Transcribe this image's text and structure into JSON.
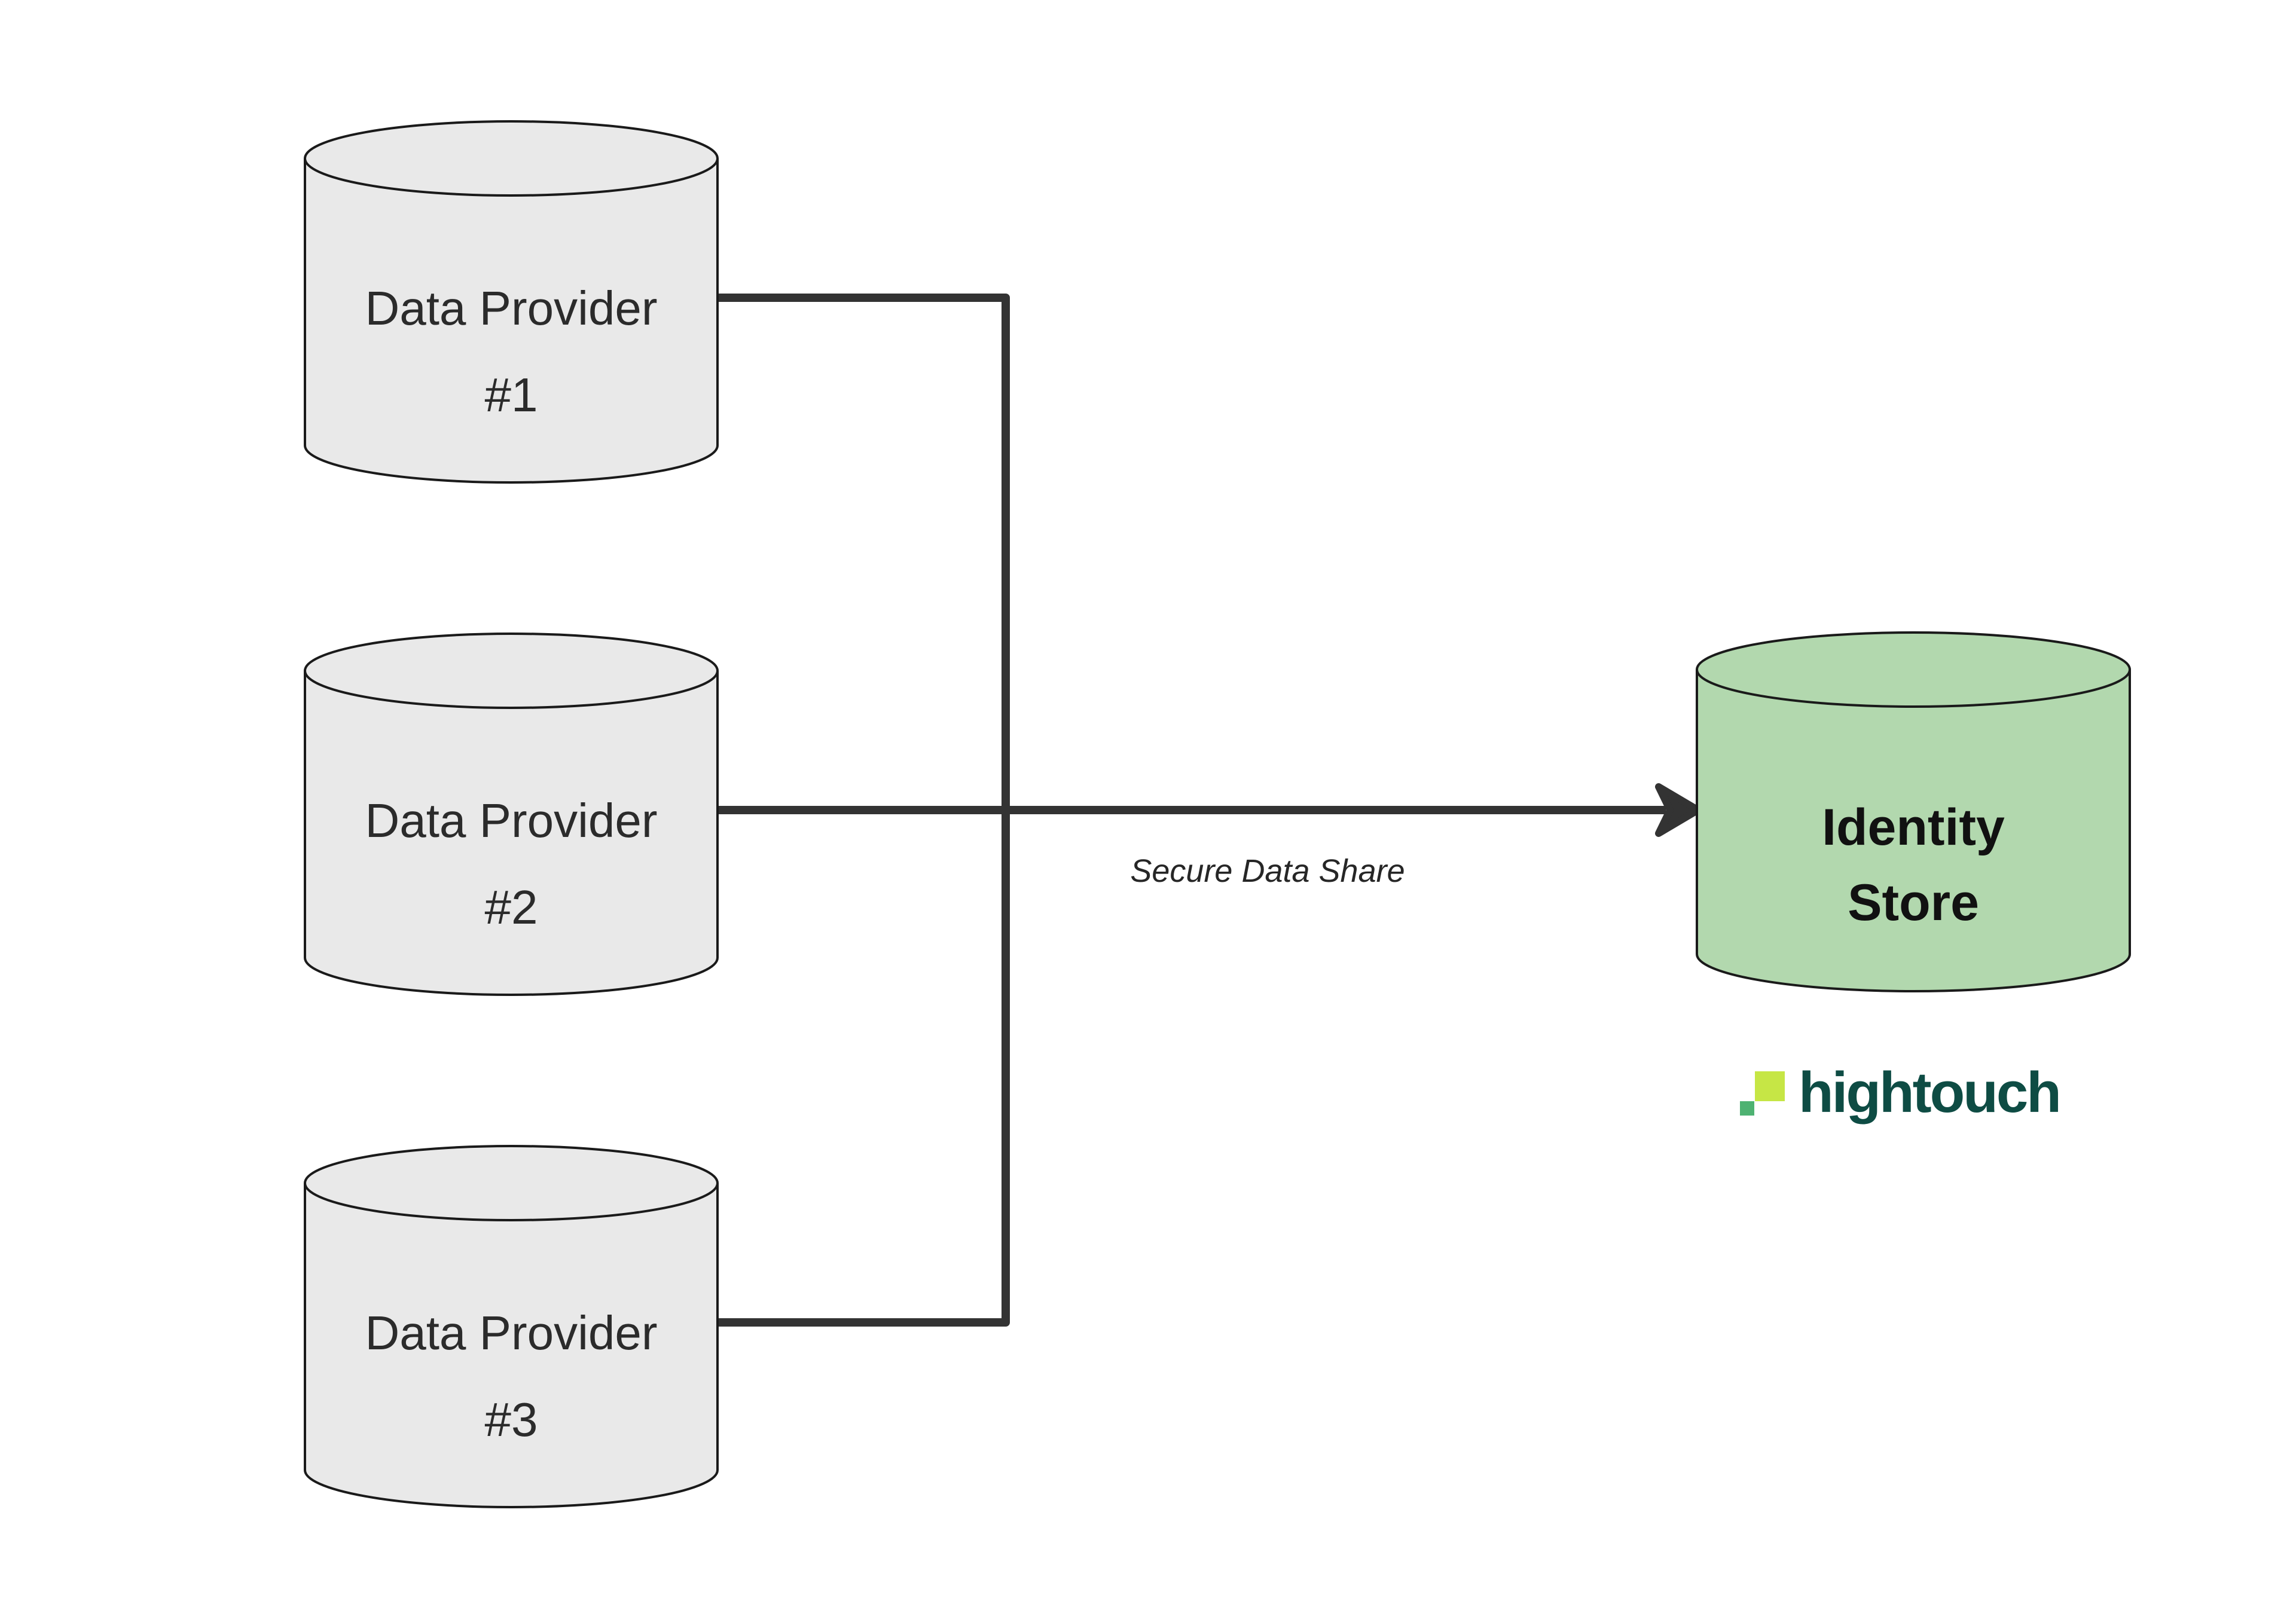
{
  "nodes": {
    "provider1": {
      "line1": "Data Provider",
      "line2": "#1"
    },
    "provider2": {
      "line1": "Data Provider",
      "line2": "#2"
    },
    "provider3": {
      "line1": "Data Provider",
      "line2": "#3"
    },
    "identity": {
      "line1": "Identity",
      "line2": "Store"
    }
  },
  "edge": {
    "label": "Secure Data Share"
  },
  "logo": {
    "wordmark": "hightouch"
  },
  "colors": {
    "background": "#ffffff",
    "provider_fill": "#e9e9e9",
    "identity_fill": "#b2d8ae",
    "outline_ink": "#1a1a1a",
    "connector": "#333333",
    "label_ink": "#2b2b2b",
    "identity_label_ink": "#111111",
    "edge_label_ink": "#262626",
    "logo_teal": "#0e4c44",
    "logo_lime": "#c6e645",
    "logo_green": "#4eb272"
  }
}
